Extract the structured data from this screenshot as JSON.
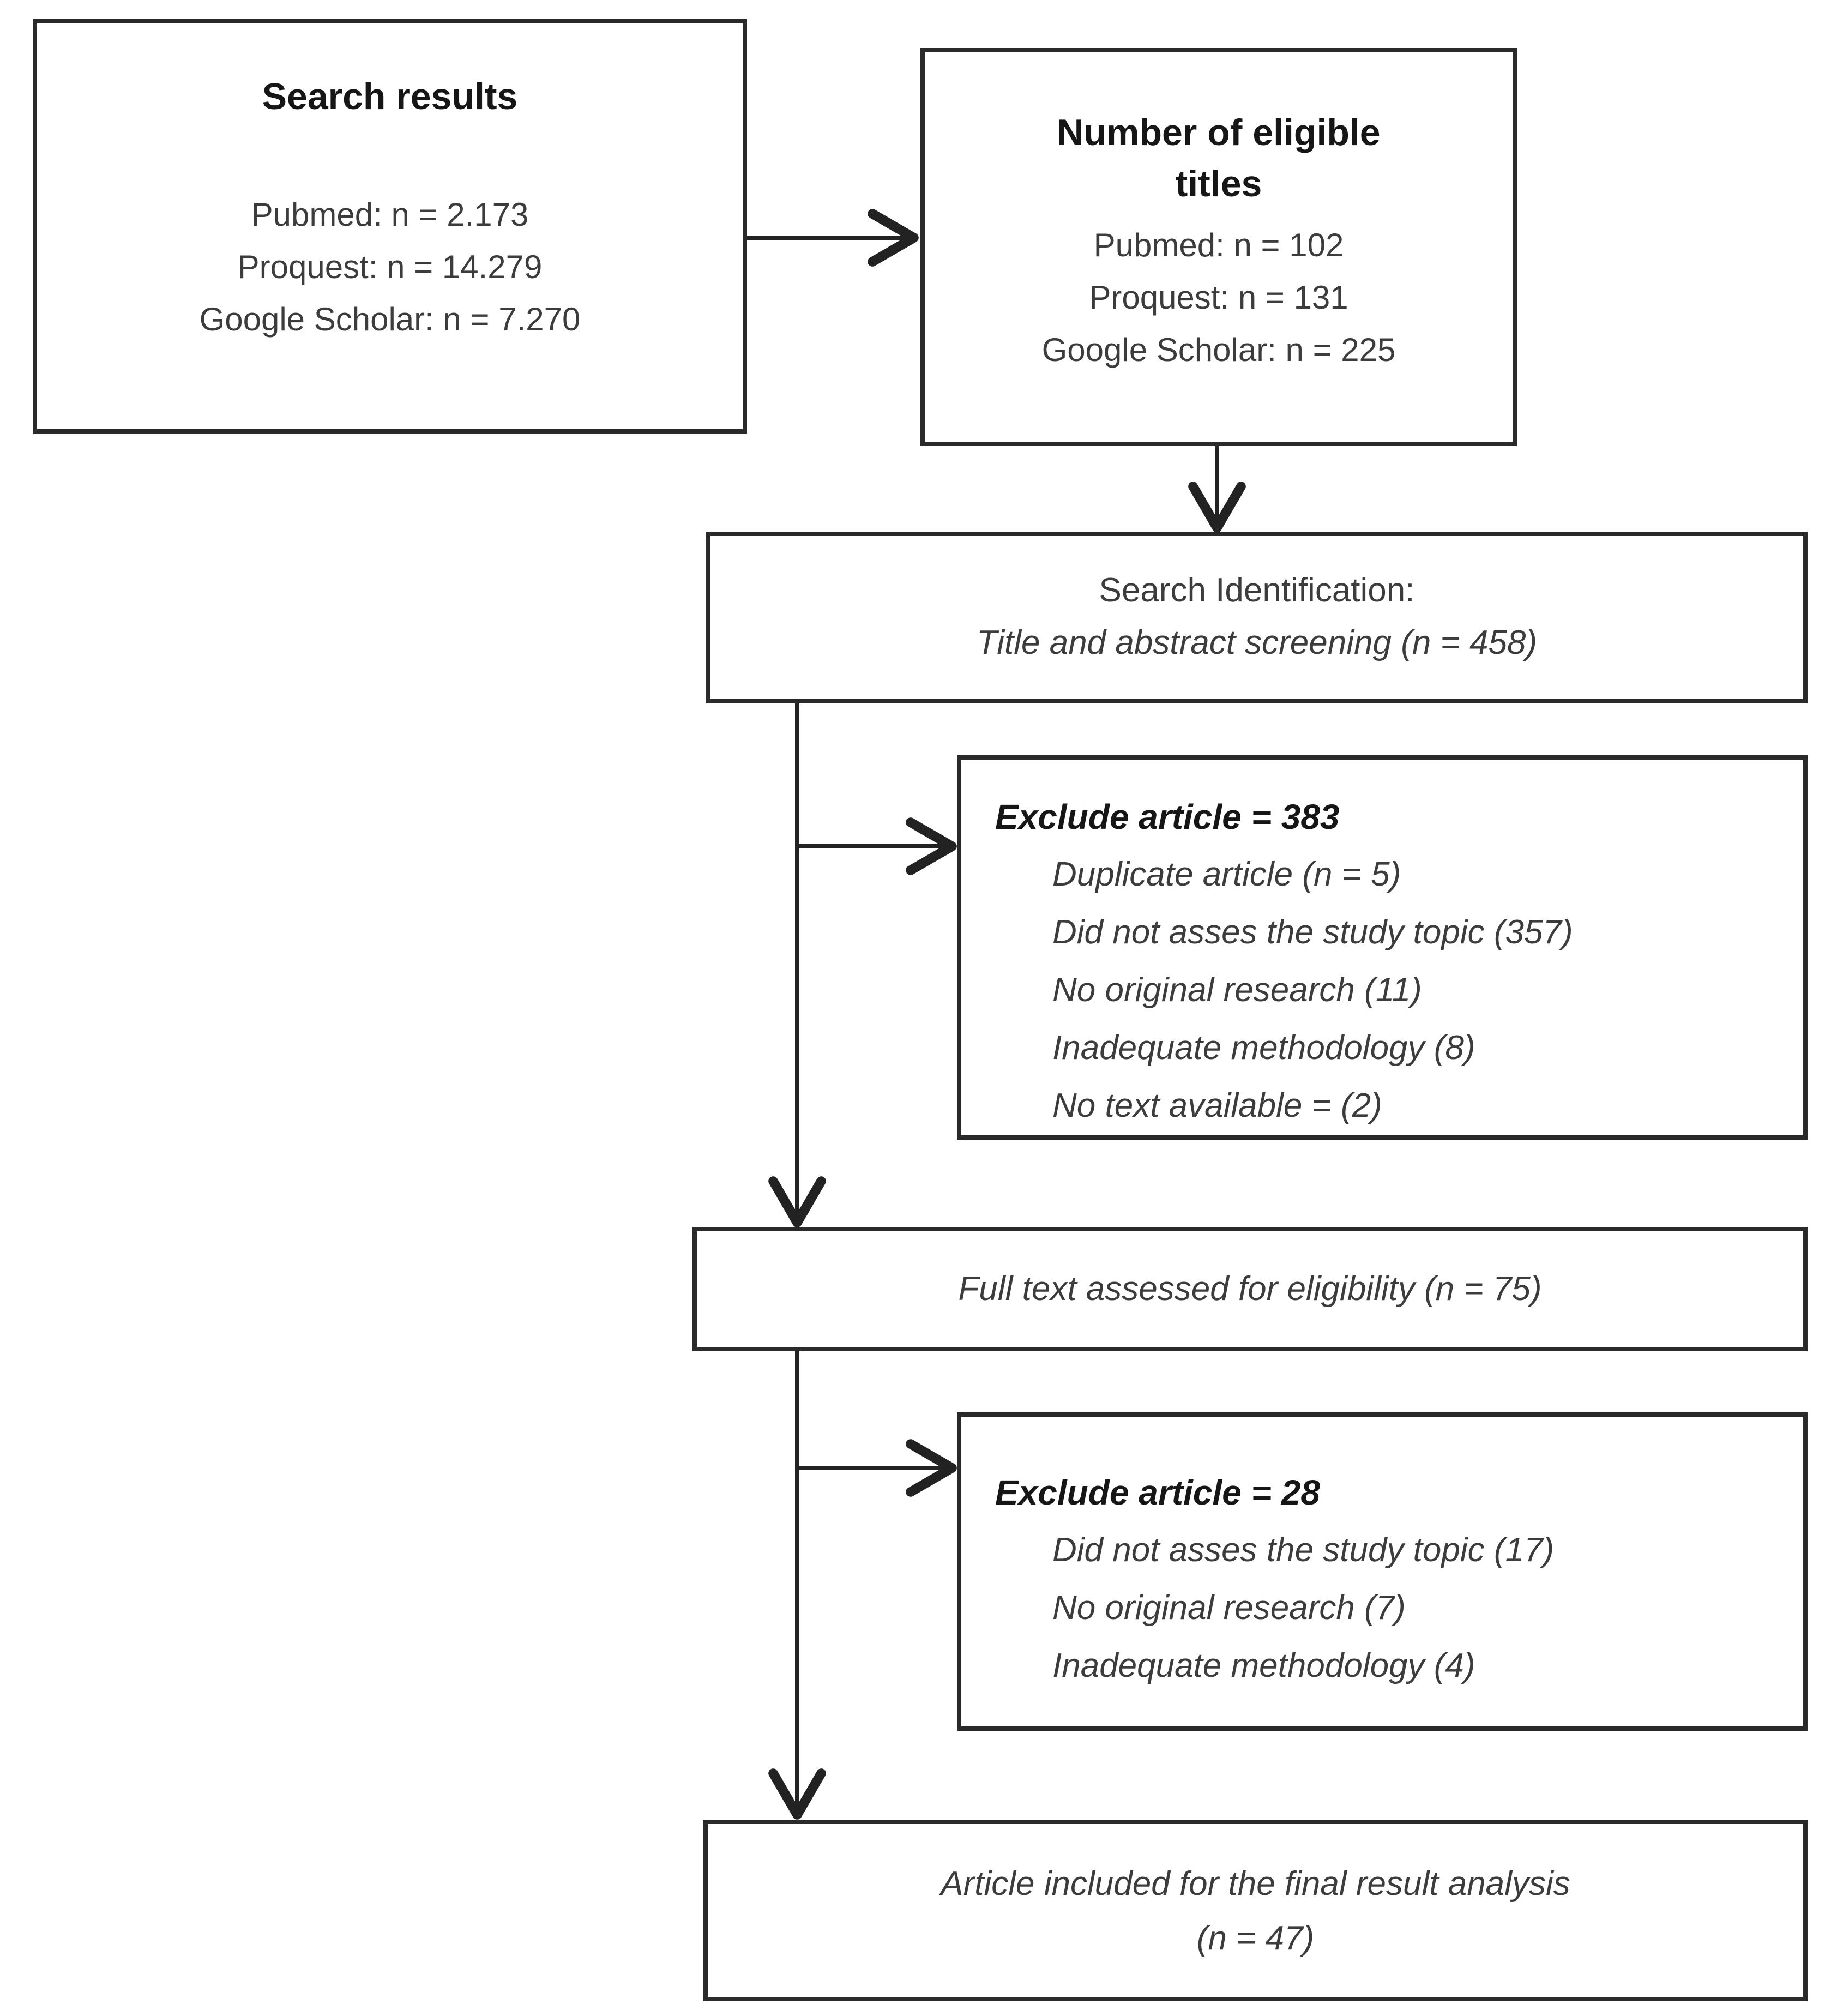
{
  "page": {
    "background": "#ffffff"
  },
  "colors": {
    "box_border": "#2a2a2a",
    "heading_text": "#161616",
    "body_text": "#3c3c3c",
    "connector_line": "#222222"
  },
  "diagram": {
    "boxes": {
      "search_results": {
        "title": "Search results",
        "lines": [
          "Pubmed: n = 2.173",
          "Proquest: n = 14.279",
          "Google Scholar: n = 7.270"
        ]
      },
      "eligible_titles": {
        "title_lines": [
          "Number of eligible",
          "titles"
        ],
        "lines": [
          "Pubmed: n = 102",
          "Proquest: n = 131",
          "Google Scholar: n = 225"
        ]
      },
      "search_identification": {
        "line1": "Search Identification:",
        "line2": "Title and abstract screening (n = 458)"
      },
      "exclude_screening": {
        "title": "Exclude article = 383",
        "items": [
          "Duplicate article (n = 5)",
          "Did not asses the study topic (357)",
          "No original research (11)",
          "Inadequate methodology (8)",
          "No text available = (2)"
        ]
      },
      "full_text": {
        "line": "Full text assessed for eligibility (n = 75)"
      },
      "exclude_full_text": {
        "title": "Exclude article = 28",
        "items": [
          "Did not asses the study topic (17)",
          "No original research (7)",
          "Inadequate methodology (4)"
        ]
      },
      "included": {
        "line1": "Article included for the final result analysis",
        "line2": "(n = 47)"
      }
    },
    "connectors": [
      {
        "from": "search_results",
        "to": "eligible_titles",
        "direction": "right"
      },
      {
        "from": "eligible_titles",
        "to": "search_identification",
        "direction": "down"
      },
      {
        "from": "search_identification",
        "to": "full_text",
        "direction": "down"
      },
      {
        "from": "search_identification",
        "to": "exclude_screening",
        "direction": "right"
      },
      {
        "from": "full_text",
        "to": "included",
        "direction": "down"
      },
      {
        "from": "full_text",
        "to": "exclude_full_text",
        "direction": "right"
      }
    ]
  }
}
